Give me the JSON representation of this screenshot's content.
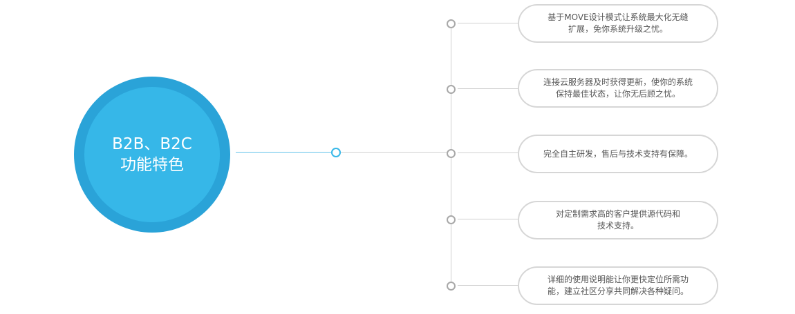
{
  "hub": {
    "line1": "B2B、B2C",
    "line2": "功能特色"
  },
  "features": [
    {
      "line1": "基于MOVE设计模式让系统最大化无缝",
      "line2": "扩展，免你系统升级之忧。"
    },
    {
      "line1": "连接云服务器及时获得更新，使你的系统",
      "line2": "保持最佳状态，让你无后顾之忧。"
    },
    {
      "line1": "完全自主研发，售后与技术支持有保障。",
      "line2": ""
    },
    {
      "line1": "对定制需求高的客户提供源代码和",
      "line2": "技术支持。"
    },
    {
      "line1": "详细的使用说明能让你更快定位所需功",
      "line2": "能，建立社区分享共同解决各种疑问。"
    }
  ],
  "colors": {
    "hub_outer": "#2aa3d8",
    "hub_inner": "#36b7e8",
    "connector": "#cfcfcf",
    "box_border": "#d6d6d6",
    "text": "#555555"
  }
}
